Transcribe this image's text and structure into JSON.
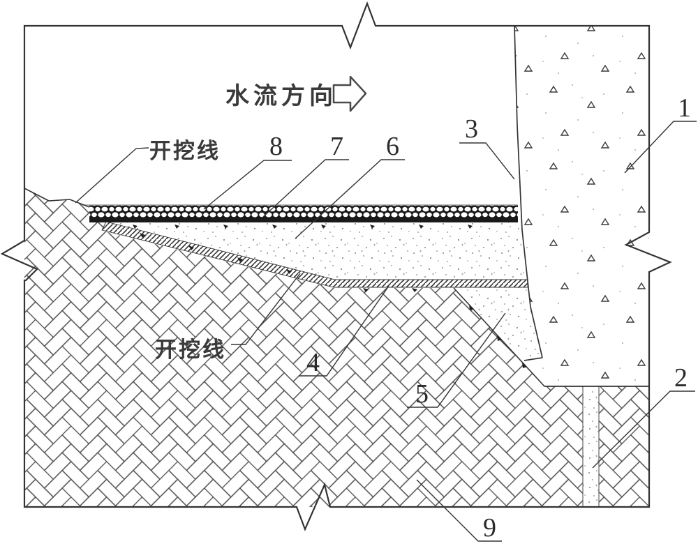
{
  "figure": {
    "flow_label": "水流方向",
    "excavation_label_top": "开挖线",
    "excavation_label_bottom": "开挖线",
    "refs": {
      "r1": "1",
      "r2": "2",
      "r3": "3",
      "r4": "4",
      "r5": "5",
      "r6": "6",
      "r7": "7",
      "r8": "8",
      "r9": "9"
    },
    "colors": {
      "line": "#333333",
      "membrane": "#1a1a1a",
      "background": "#ffffff"
    },
    "legend_semantics": {
      "flow_arrow": "water flow direction arrow"
    }
  }
}
